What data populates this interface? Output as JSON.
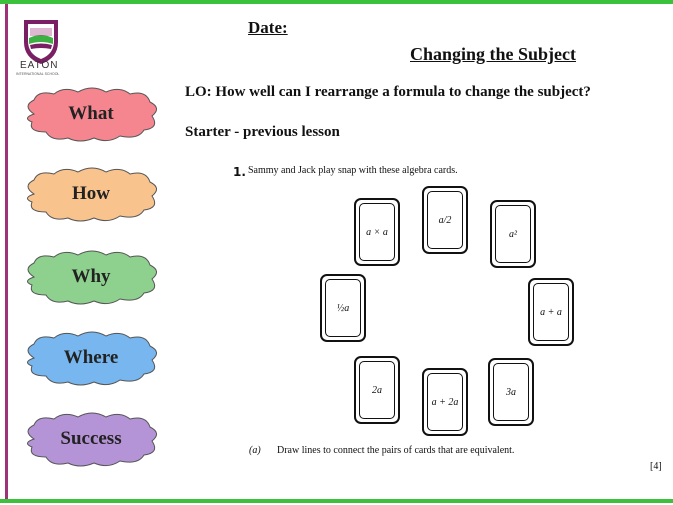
{
  "logo": {
    "name": "EATON",
    "subtitle": "INTERNATIONAL SCHOOL"
  },
  "clouds": [
    {
      "label": "What",
      "color": "#f5868f"
    },
    {
      "label": "How",
      "color": "#f8c38c"
    },
    {
      "label": "Why",
      "color": "#8ed08e"
    },
    {
      "label": "Where",
      "color": "#77b6ee"
    },
    {
      "label": "Success",
      "color": "#b494d6"
    }
  ],
  "header": {
    "date": "Date:",
    "title": "Changing the Subject"
  },
  "lo": "LO: How well can I rearrange a formula to change the subject?",
  "starter": "Starter -  previous lesson",
  "question": {
    "number": "1.",
    "text": "Sammy and Jack play snap with these algebra cards.",
    "cards": [
      "a × a",
      "a/2",
      "a²",
      "½a",
      "a + a",
      "2a",
      "a + 2a",
      "3a"
    ],
    "part_a_label": "(a)",
    "part_a_text": "Draw lines to connect the pairs of cards that are equivalent.",
    "marks": "[4]"
  }
}
